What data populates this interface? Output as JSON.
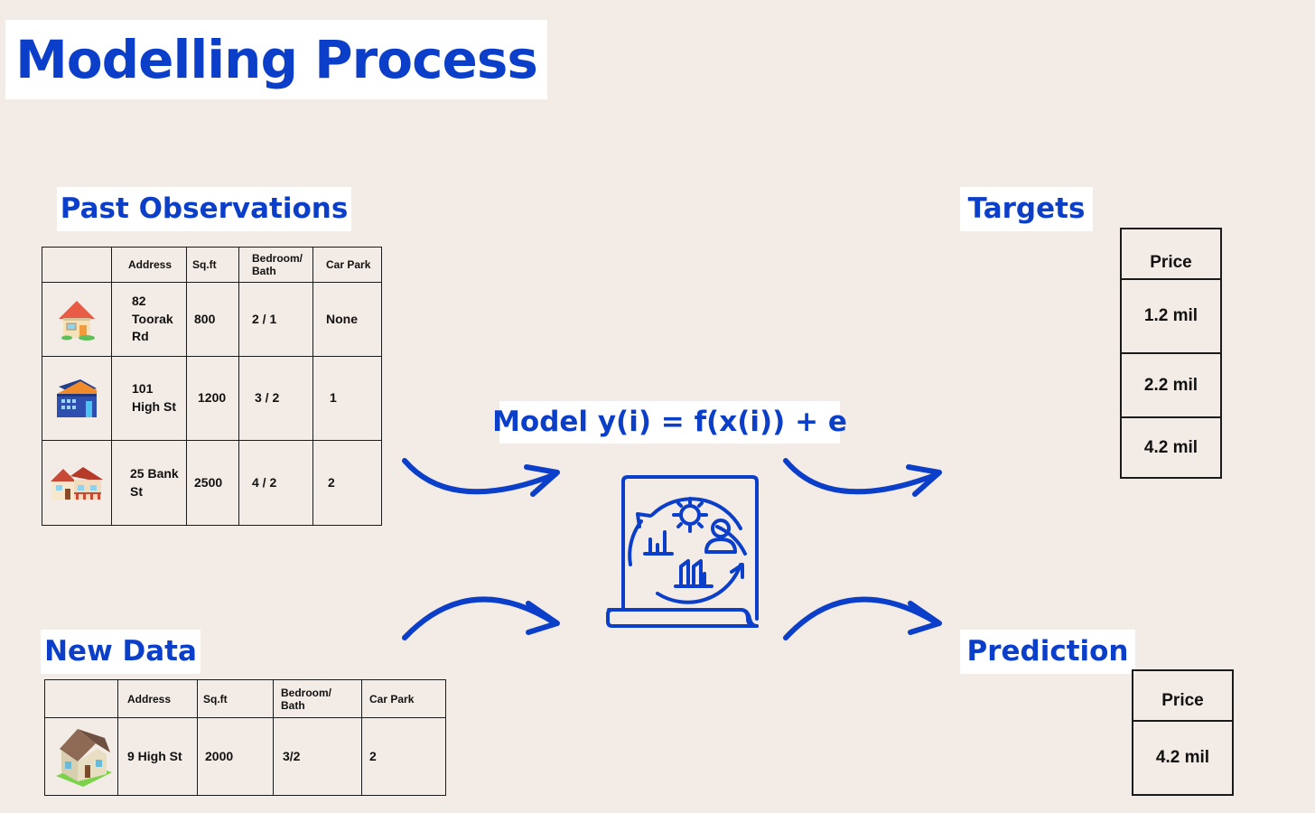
{
  "title": "Modelling Process",
  "past_observations": {
    "title": "Past Observations",
    "columns": [
      "",
      "Address",
      "Sq.ft",
      "Bedroom/ Bath",
      "Car Park"
    ],
    "rows": [
      {
        "icon": "house-icon",
        "address": "82 Toorak Rd",
        "sqft": "800",
        "bed_bath": "2 / 1",
        "car_park": "None"
      },
      {
        "icon": "house-icon",
        "address": "101 High St",
        "sqft": "1200",
        "bed_bath": "3 / 2",
        "car_park": "1"
      },
      {
        "icon": "house-icon",
        "address": "25 Bank St",
        "sqft": "2500",
        "bed_bath": "4 / 2",
        "car_park": "2"
      }
    ]
  },
  "targets": {
    "title": "Targets",
    "header": "Price",
    "values": [
      "1.2 mil",
      "2.2 mil",
      "4.2 mil"
    ]
  },
  "model": {
    "label": "Model y(i) = f(x(i)) + e",
    "icon": "machine-learning-model-icon",
    "accent_color": "#0b3ec9"
  },
  "new_data": {
    "title": "New Data",
    "columns": [
      "",
      "Address",
      "Sq.ft",
      "Bedroom/ Bath",
      "Car Park"
    ],
    "rows": [
      {
        "icon": "house-icon",
        "address": "9 High St",
        "sqft": "2000",
        "bed_bath": "3/2",
        "car_park": "2"
      }
    ]
  },
  "prediction": {
    "title": "Prediction",
    "header": "Price",
    "values": [
      "4.2 mil"
    ]
  }
}
